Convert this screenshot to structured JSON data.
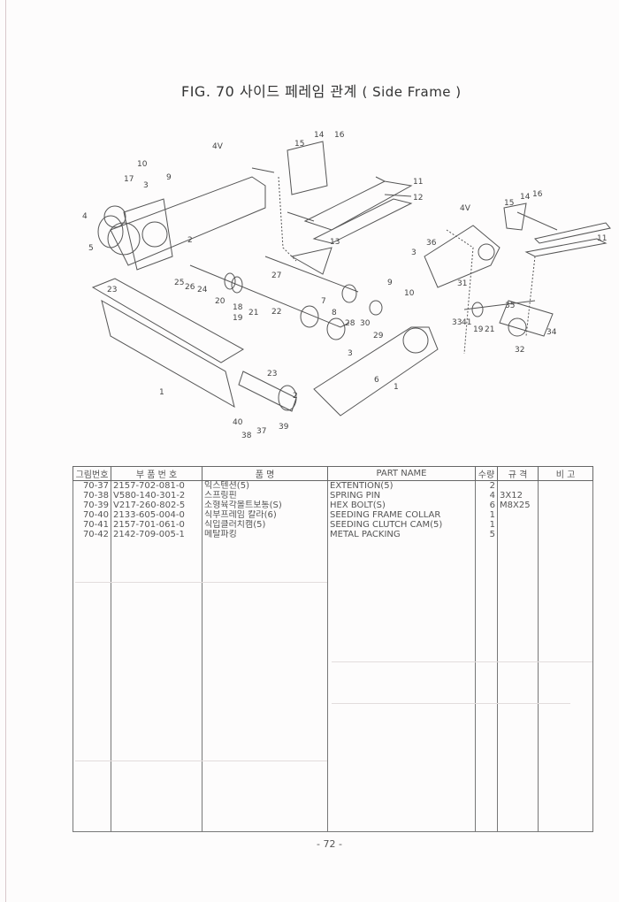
{
  "title": {
    "fig": "FIG. 70 사이드 페레임 관계",
    "en": "( Side Frame )"
  },
  "diagram": {
    "callouts": [
      "14",
      "16",
      "15",
      "4V",
      "10",
      "9",
      "17",
      "3",
      "4",
      "5",
      "2",
      "11",
      "12",
      "13",
      "27",
      "25",
      "26",
      "24",
      "20",
      "18",
      "19",
      "21",
      "22",
      "23",
      "7",
      "8",
      "28",
      "30",
      "29",
      "9",
      "10",
      "36",
      "3",
      "4V",
      "15",
      "14",
      "16",
      "11",
      "31",
      "35",
      "33",
      "41",
      "19",
      "21",
      "32",
      "34",
      "1",
      "23",
      "2",
      "40",
      "39",
      "38",
      "37",
      "1",
      "3",
      "6"
    ]
  },
  "table": {
    "headers": [
      "그림번호",
      "부 품 번 호",
      "품 명",
      "PART NAME",
      "수량",
      "규 격",
      "비 고"
    ],
    "rows": [
      {
        "no": "70-37",
        "part": "2157-702-081-0",
        "kname": "익스텐션(5)",
        "name": "EXTENTION(5)",
        "qty": "2",
        "spec": "",
        "note": ""
      },
      {
        "no": "70-38",
        "part": "V580-140-301-2",
        "kname": "스프링핀",
        "name": "SPRING PIN",
        "qty": "4",
        "spec": "3X12",
        "note": ""
      },
      {
        "no": "70-39",
        "part": "V217-260-802-5",
        "kname": "소형육각볼트보통(S)",
        "name": "HEX BOLT(S)",
        "qty": "6",
        "spec": "M8X25",
        "note": ""
      },
      {
        "no": "70-40",
        "part": "2133-605-004-0",
        "kname": "식부프레임 칼라(6)",
        "name": "SEEDING FRAME COLLAR",
        "qty": "1",
        "spec": "",
        "note": ""
      },
      {
        "no": "70-41",
        "part": "2157-701-061-0",
        "kname": "식입클러치캠(5)",
        "name": "SEEDING CLUTCH CAM(5)",
        "qty": "1",
        "spec": "",
        "note": ""
      },
      {
        "no": "70-42",
        "part": "2142-709-005-1",
        "kname": "메탈파킹",
        "name": "METAL PACKING",
        "qty": "5",
        "spec": "",
        "note": ""
      }
    ]
  },
  "page_number": "- 72 -"
}
